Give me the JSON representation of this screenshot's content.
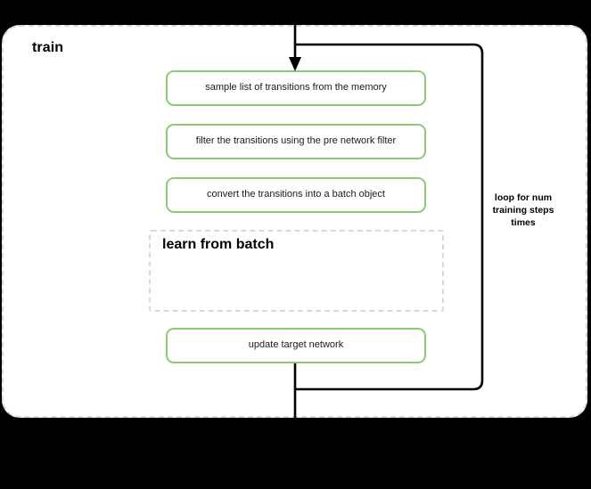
{
  "diagram": {
    "title": "train",
    "container_style": "dashed-rounded-block",
    "accent_color": "#8cc878",
    "dashed_border_color": "#d9d9d9",
    "connector_color": "#000000",
    "boxes": [
      {
        "id": "sample",
        "label": "sample list of transitions from the memory",
        "kind": "process"
      },
      {
        "id": "filter",
        "label": "filter the transitions using the pre network filter",
        "kind": "process"
      },
      {
        "id": "convert",
        "label": "convert the transitions into a batch object",
        "kind": "process"
      },
      {
        "id": "update",
        "label": "update target network",
        "kind": "process"
      }
    ],
    "sub_block": {
      "id": "learn-from-batch",
      "title": "learn from batch",
      "kind": "dashed-sub-block"
    },
    "loop": {
      "label_line1": "loop for num",
      "label_line2": "training steps",
      "label_line3": "times",
      "label_full": "loop for num training steps times"
    }
  }
}
